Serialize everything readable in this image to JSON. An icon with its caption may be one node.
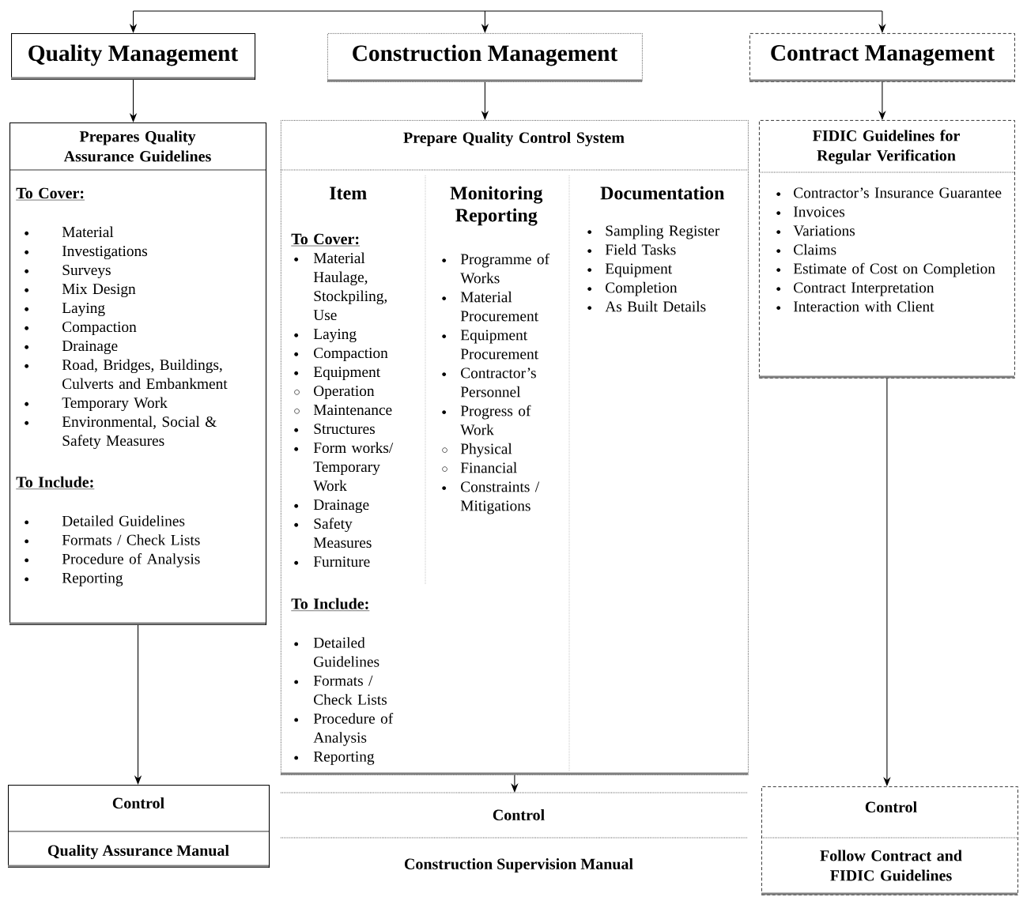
{
  "diagram": {
    "nodes": [
      {
        "text": [
          "Quality Management"
        ]
      },
      {
        "text": [
          "Construction Management"
        ]
      },
      {
        "text": [
          "Contract Management"
        ]
      },
      {
        "text": [
          "Prepares Quality Assurance Guidelines",
          "To Cover:",
          "Material",
          "Investigations",
          "Surveys",
          "Mix Design",
          "Laying",
          "Compaction",
          "Drainage",
          "Road, Bridges, Buildings, Culverts and Embankment",
          "Temporary Work",
          "Environmental, Social & Safety Measures",
          "To Include:",
          "Detailed Guidelines",
          "Formats / Check Lists",
          "Procedure of Analysis",
          "Reporting"
        ]
      },
      {
        "text": [
          "Prepare Quality Control System"
        ]
      },
      {
        "text": [
          "Item",
          "To Cover:",
          "Material Haulage, Stockpiling, Use",
          "Laying",
          "Compaction",
          "Equipment",
          "Operation",
          "Maintenance",
          "Structures",
          "Form works/ Temporary Work",
          "Drainage",
          "Safety Measures",
          "Furniture",
          "To Include:",
          "Detailed Guidelines",
          "Formats / Check Lists",
          "Procedure of Analysis",
          "Reporting"
        ],
        "in": 4
      },
      {
        "text": [
          "Monitoring Reporting",
          "Programme of Works",
          "Material Procurement",
          "Equipment Procurement",
          "Contractor’s Personnel",
          "Progress of Work",
          "Physical",
          "Financial",
          "Constraints / Mitigations"
        ],
        "in": 4
      },
      {
        "text": [
          "Documentation",
          "Sampling Register",
          "Field Tasks",
          "Equipment",
          "Completion",
          "As Built Details"
        ],
        "in": 4
      },
      {
        "text": [
          "FIDIC Guidelines for Regular Verification",
          "Contractor’s Insurance Guarantee",
          "Invoices",
          "Variations",
          "Claims",
          "Estimate of Cost on Completion",
          "Contract Interpretation",
          "Interaction with Client"
        ]
      },
      {
        "text": [
          "Control",
          "Quality Assurance Manual"
        ]
      },
      {
        "text": [
          "Control",
          "Construction Supervision Manual"
        ]
      },
      {
        "text": [
          "Control",
          "Follow Contract and FIDIC Guidelines"
        ]
      }
    ],
    "edges": [
      {
        "from": null,
        "to": 0,
        "arrow": "to"
      },
      {
        "from": null,
        "to": 1,
        "arrow": "to"
      },
      {
        "from": null,
        "to": 2,
        "arrow": "to"
      },
      {
        "from": 0,
        "to": 3,
        "arrow": "to"
      },
      {
        "from": 1,
        "to": 4,
        "arrow": "to"
      },
      {
        "from": 2,
        "to": 8,
        "arrow": "to"
      },
      {
        "from": 3,
        "to": 9,
        "arrow": "to"
      },
      {
        "from": 4,
        "to": 10,
        "arrow": "to"
      },
      {
        "from": 8,
        "to": 11,
        "arrow": "to"
      }
    ]
  }
}
